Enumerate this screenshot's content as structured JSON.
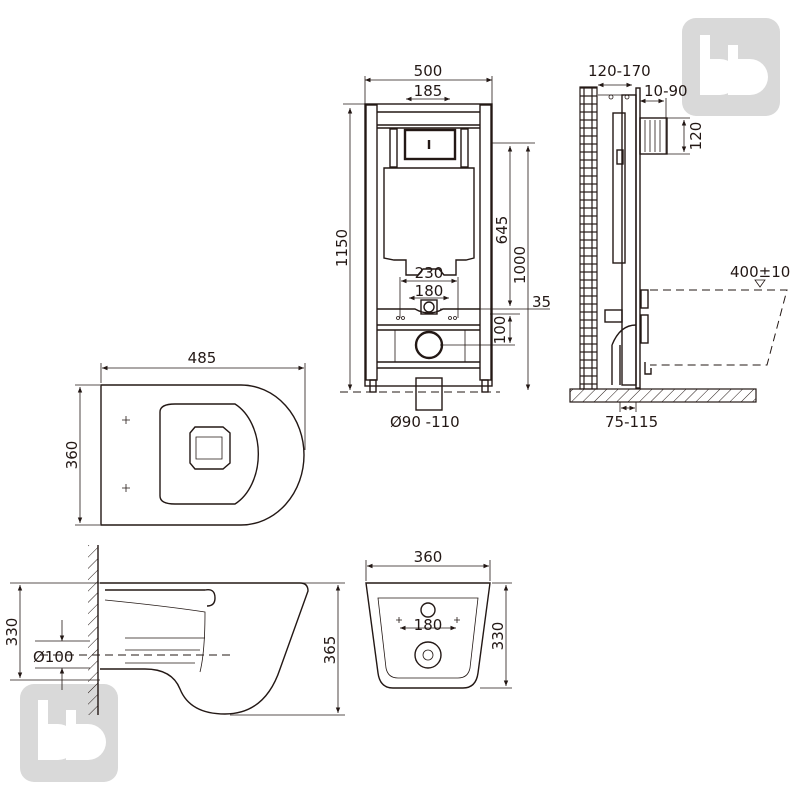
{
  "colors": {
    "line": "#231815",
    "watermark": "#d9d9d9",
    "background": "#ffffff"
  },
  "frame_front": {
    "width": "500",
    "button_width": "185",
    "height": "1150",
    "height_1000": "1000",
    "height_645": "645",
    "offset_35": "35",
    "offset_100": "100",
    "spacing_230": "230",
    "spacing_180": "180",
    "drain_diameter": "Ø90 -110"
  },
  "frame_side": {
    "depth": "120-170",
    "depth_offset": "10-90",
    "box_height": "120",
    "seat_height": "400±10",
    "floor_depth": "75-115"
  },
  "bowl_top": {
    "length": "485",
    "width": "360"
  },
  "bowl_side": {
    "height_330": "330",
    "outlet": "Ø100",
    "height_365": "365"
  },
  "bowl_front": {
    "width": "360",
    "holes": "180",
    "height": "330"
  }
}
